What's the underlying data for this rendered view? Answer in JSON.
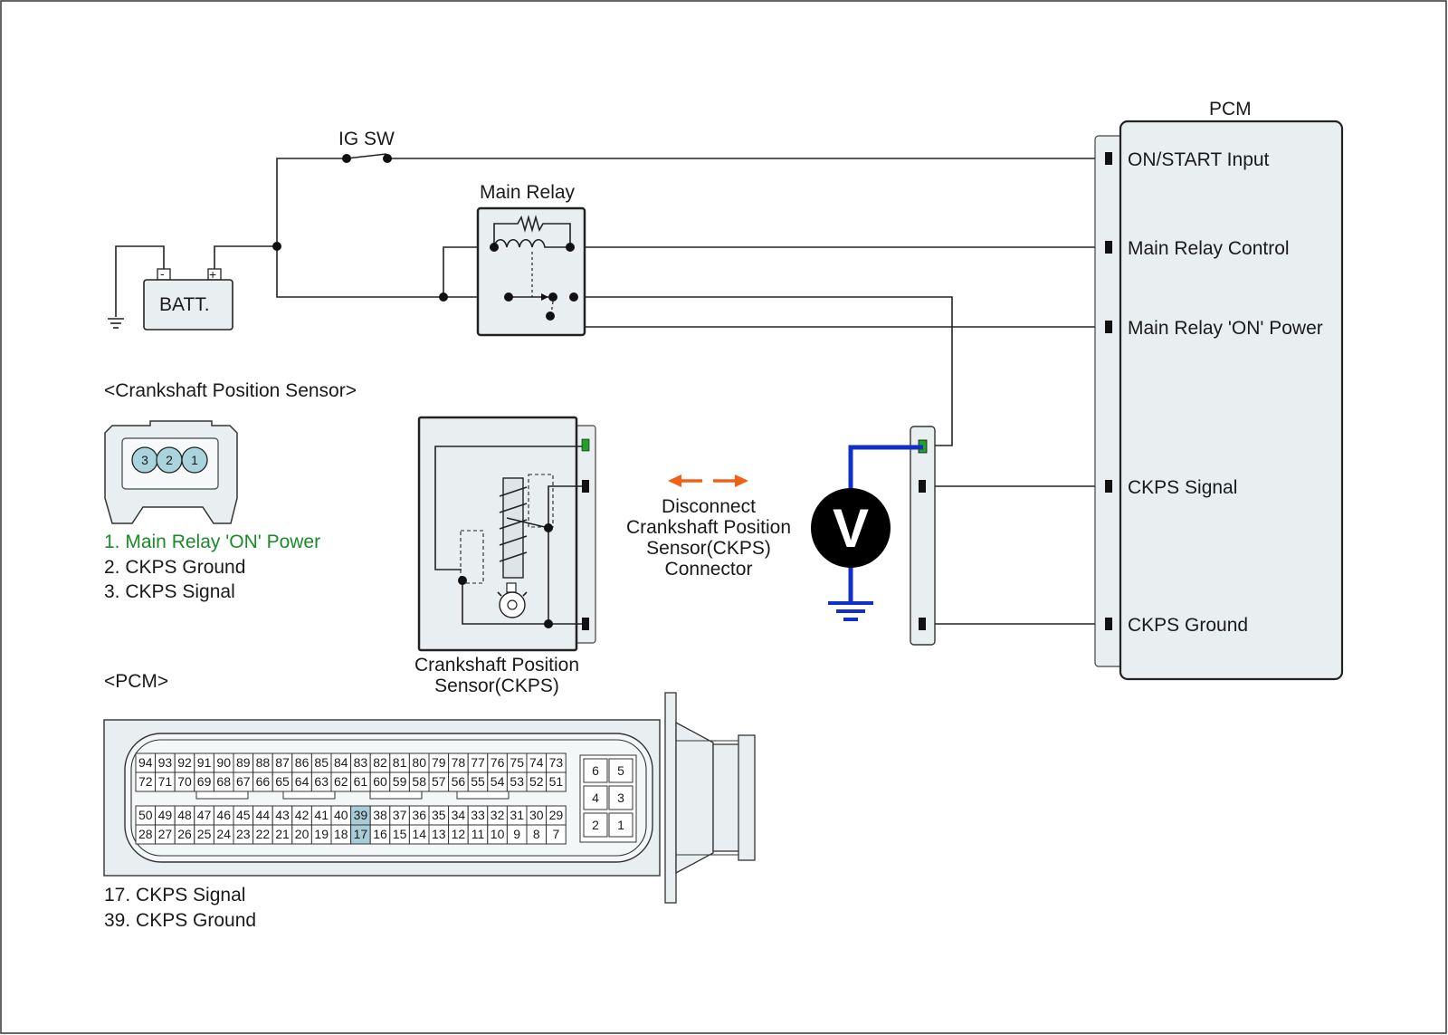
{
  "labels": {
    "ig_sw": "IG SW",
    "main_relay": "Main Relay",
    "batt": "BATT.",
    "batt_neg": "-",
    "batt_pos": "+",
    "pcm_title": "PCM",
    "ckps_section": "<Crankshaft Position Sensor>",
    "pcm_section": "<PCM>",
    "sensor_caption_line1": "Crankshaft Position",
    "sensor_caption_line2": "Sensor(CKPS)",
    "voltmeter": "V"
  },
  "pcm_terminals": [
    "ON/START Input",
    "Main Relay Control",
    "Main Relay 'ON' Power",
    "CKPS Signal",
    "CKPS Ground"
  ],
  "instruction": {
    "line1": "Disconnect",
    "line2": "Crankshaft Position",
    "line3": "Sensor(CKPS)",
    "line4": "Connector"
  },
  "ckps_connector": {
    "pins": [
      "3",
      "2",
      "1"
    ],
    "legend": [
      "1. Main Relay 'ON' Power",
      "2. CKPS Ground",
      "3. CKPS Signal"
    ]
  },
  "pcm_connector": {
    "rows": [
      [
        "94",
        "93",
        "92",
        "91",
        "90",
        "89",
        "88",
        "87",
        "86",
        "85",
        "84",
        "83",
        "82",
        "81",
        "80",
        "79",
        "78",
        "77",
        "76",
        "75",
        "74",
        "73"
      ],
      [
        "72",
        "71",
        "70",
        "69",
        "68",
        "67",
        "66",
        "65",
        "64",
        "63",
        "62",
        "61",
        "60",
        "59",
        "58",
        "57",
        "56",
        "55",
        "54",
        "53",
        "52",
        "51"
      ],
      [
        "50",
        "49",
        "48",
        "47",
        "46",
        "45",
        "44",
        "43",
        "42",
        "41",
        "40",
        "39",
        "38",
        "37",
        "36",
        "35",
        "34",
        "33",
        "32",
        "31",
        "30",
        "29"
      ],
      [
        "28",
        "27",
        "26",
        "25",
        "24",
        "23",
        "22",
        "21",
        "20",
        "19",
        "18",
        "17",
        "16",
        "15",
        "14",
        "13",
        "12",
        "11",
        "10",
        "9",
        "8",
        "7"
      ]
    ],
    "small_block": [
      [
        "6",
        "5"
      ],
      [
        "4",
        "3"
      ],
      [
        "2",
        "1"
      ]
    ],
    "highlighted_pins": [
      "39",
      "17"
    ],
    "legend": [
      "17. CKPS Signal",
      "39. CKPS Ground"
    ]
  },
  "colors": {
    "highlight_text": "#1a8a2a",
    "pin_fill": "#a9d3dd",
    "highlight_cell": "#a9cdd8",
    "probe_wire": "#1030c8",
    "arrows": "#f06018",
    "active_terminal": "#22a02a"
  }
}
